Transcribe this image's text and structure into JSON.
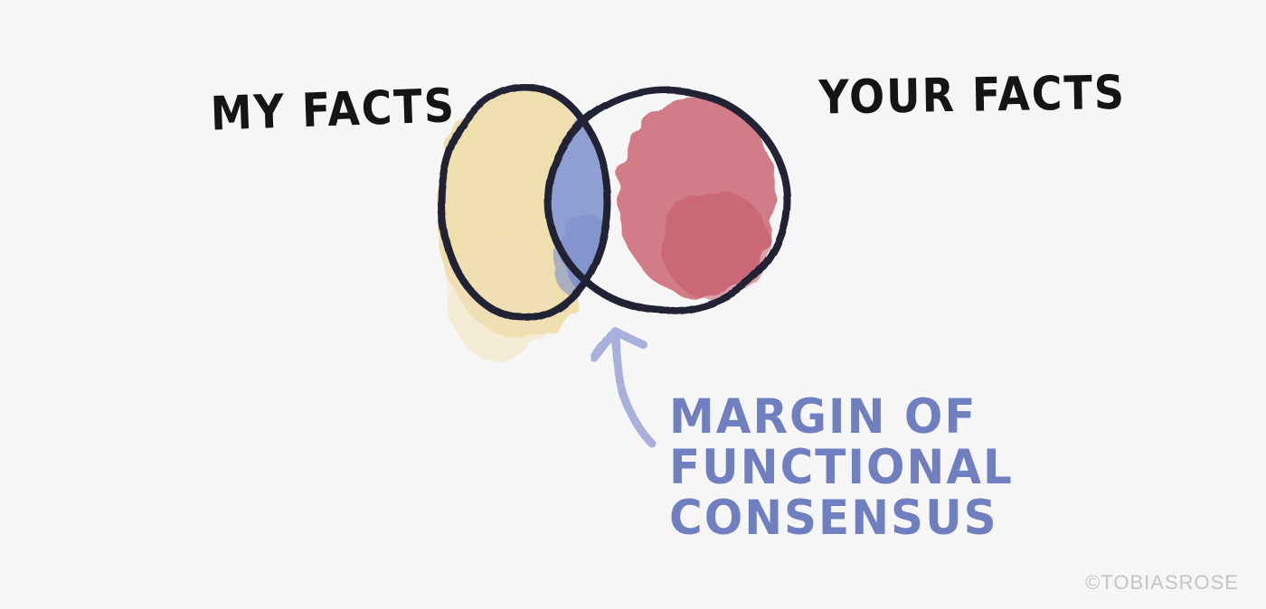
{
  "labels": {
    "left_set": "MY FACTS",
    "right_set": "YOUR FACTS"
  },
  "annotation": {
    "lines": [
      "MARGIN OF",
      "FUNCTIONAL",
      "CONSENSUS"
    ]
  },
  "credit": "©TOBIASROSE",
  "colors": {
    "background": "#f6f6f7",
    "left_set_fill": "#efd9a1",
    "right_set_fill": "#c9626e",
    "overlap_fill": "#8f9fd3",
    "outline": "#202234",
    "annotation_text": "#6f7fbf",
    "arrow": "#a7b1db",
    "credit_text": "#c4c4c4"
  }
}
